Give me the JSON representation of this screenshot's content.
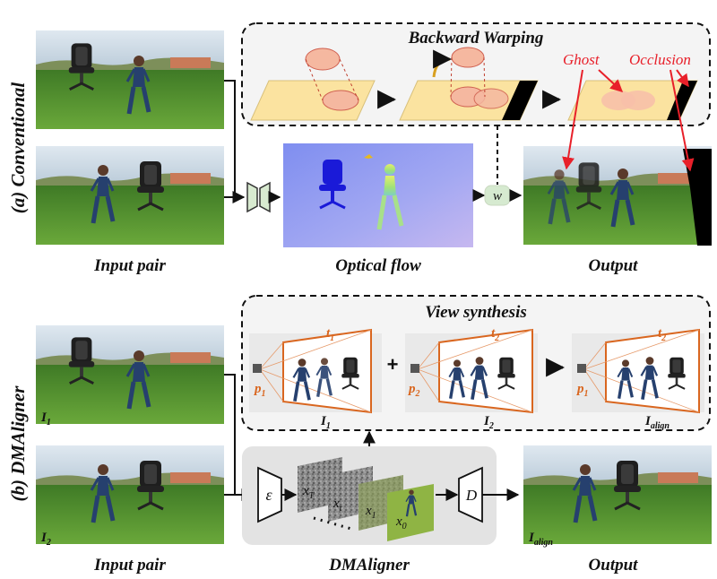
{
  "title": "",
  "conventional": {
    "row_label": "(a) Conventional",
    "input_caption": "Input pair",
    "flow_caption": "Optical flow",
    "output_caption": "Output",
    "warp_symbol": "W",
    "warping_title": "Backward Warping",
    "ghost_label": "Ghost",
    "occlusion_label": "Occlusion"
  },
  "dmaligner": {
    "row_label": "(b) DMAligner",
    "input_caption": "Input pair",
    "model_caption": "DMAligner",
    "output_caption": "Output",
    "img1_label": "I",
    "img1_sub": "1",
    "img2_label": "I",
    "img2_sub": "2",
    "align_label": "I",
    "align_sub": "align",
    "encoder": "ε",
    "decoder": "D",
    "latents": [
      {
        "base": "x",
        "sub": "T"
      },
      {
        "base": "x",
        "sub": "t"
      },
      {
        "base": "x",
        "sub": "1"
      },
      {
        "base": "x",
        "sub": "0"
      }
    ],
    "view_title": "View synthesis",
    "views": [
      {
        "time_base": "t",
        "time_sub": "1",
        "pos_base": "p",
        "pos_sub": "1",
        "img_base": "I",
        "img_sub": "1"
      },
      {
        "time_base": "t",
        "time_sub": "2",
        "pos_base": "p",
        "pos_sub": "2",
        "img_base": "I",
        "img_sub": "2"
      },
      {
        "time_base": "t",
        "time_sub": "2",
        "pos_base": "p",
        "pos_sub": "1",
        "img_base": "I",
        "img_sub": "align"
      }
    ],
    "plus": "+"
  },
  "colors": {
    "accent_orange": "#d9661f",
    "warp_red": "#e8202a",
    "grass": "#4f8a2c",
    "sky": "#c9d8e6",
    "flow_bg": "#8f9cf0",
    "panel_gray": "#e6e6e6"
  }
}
